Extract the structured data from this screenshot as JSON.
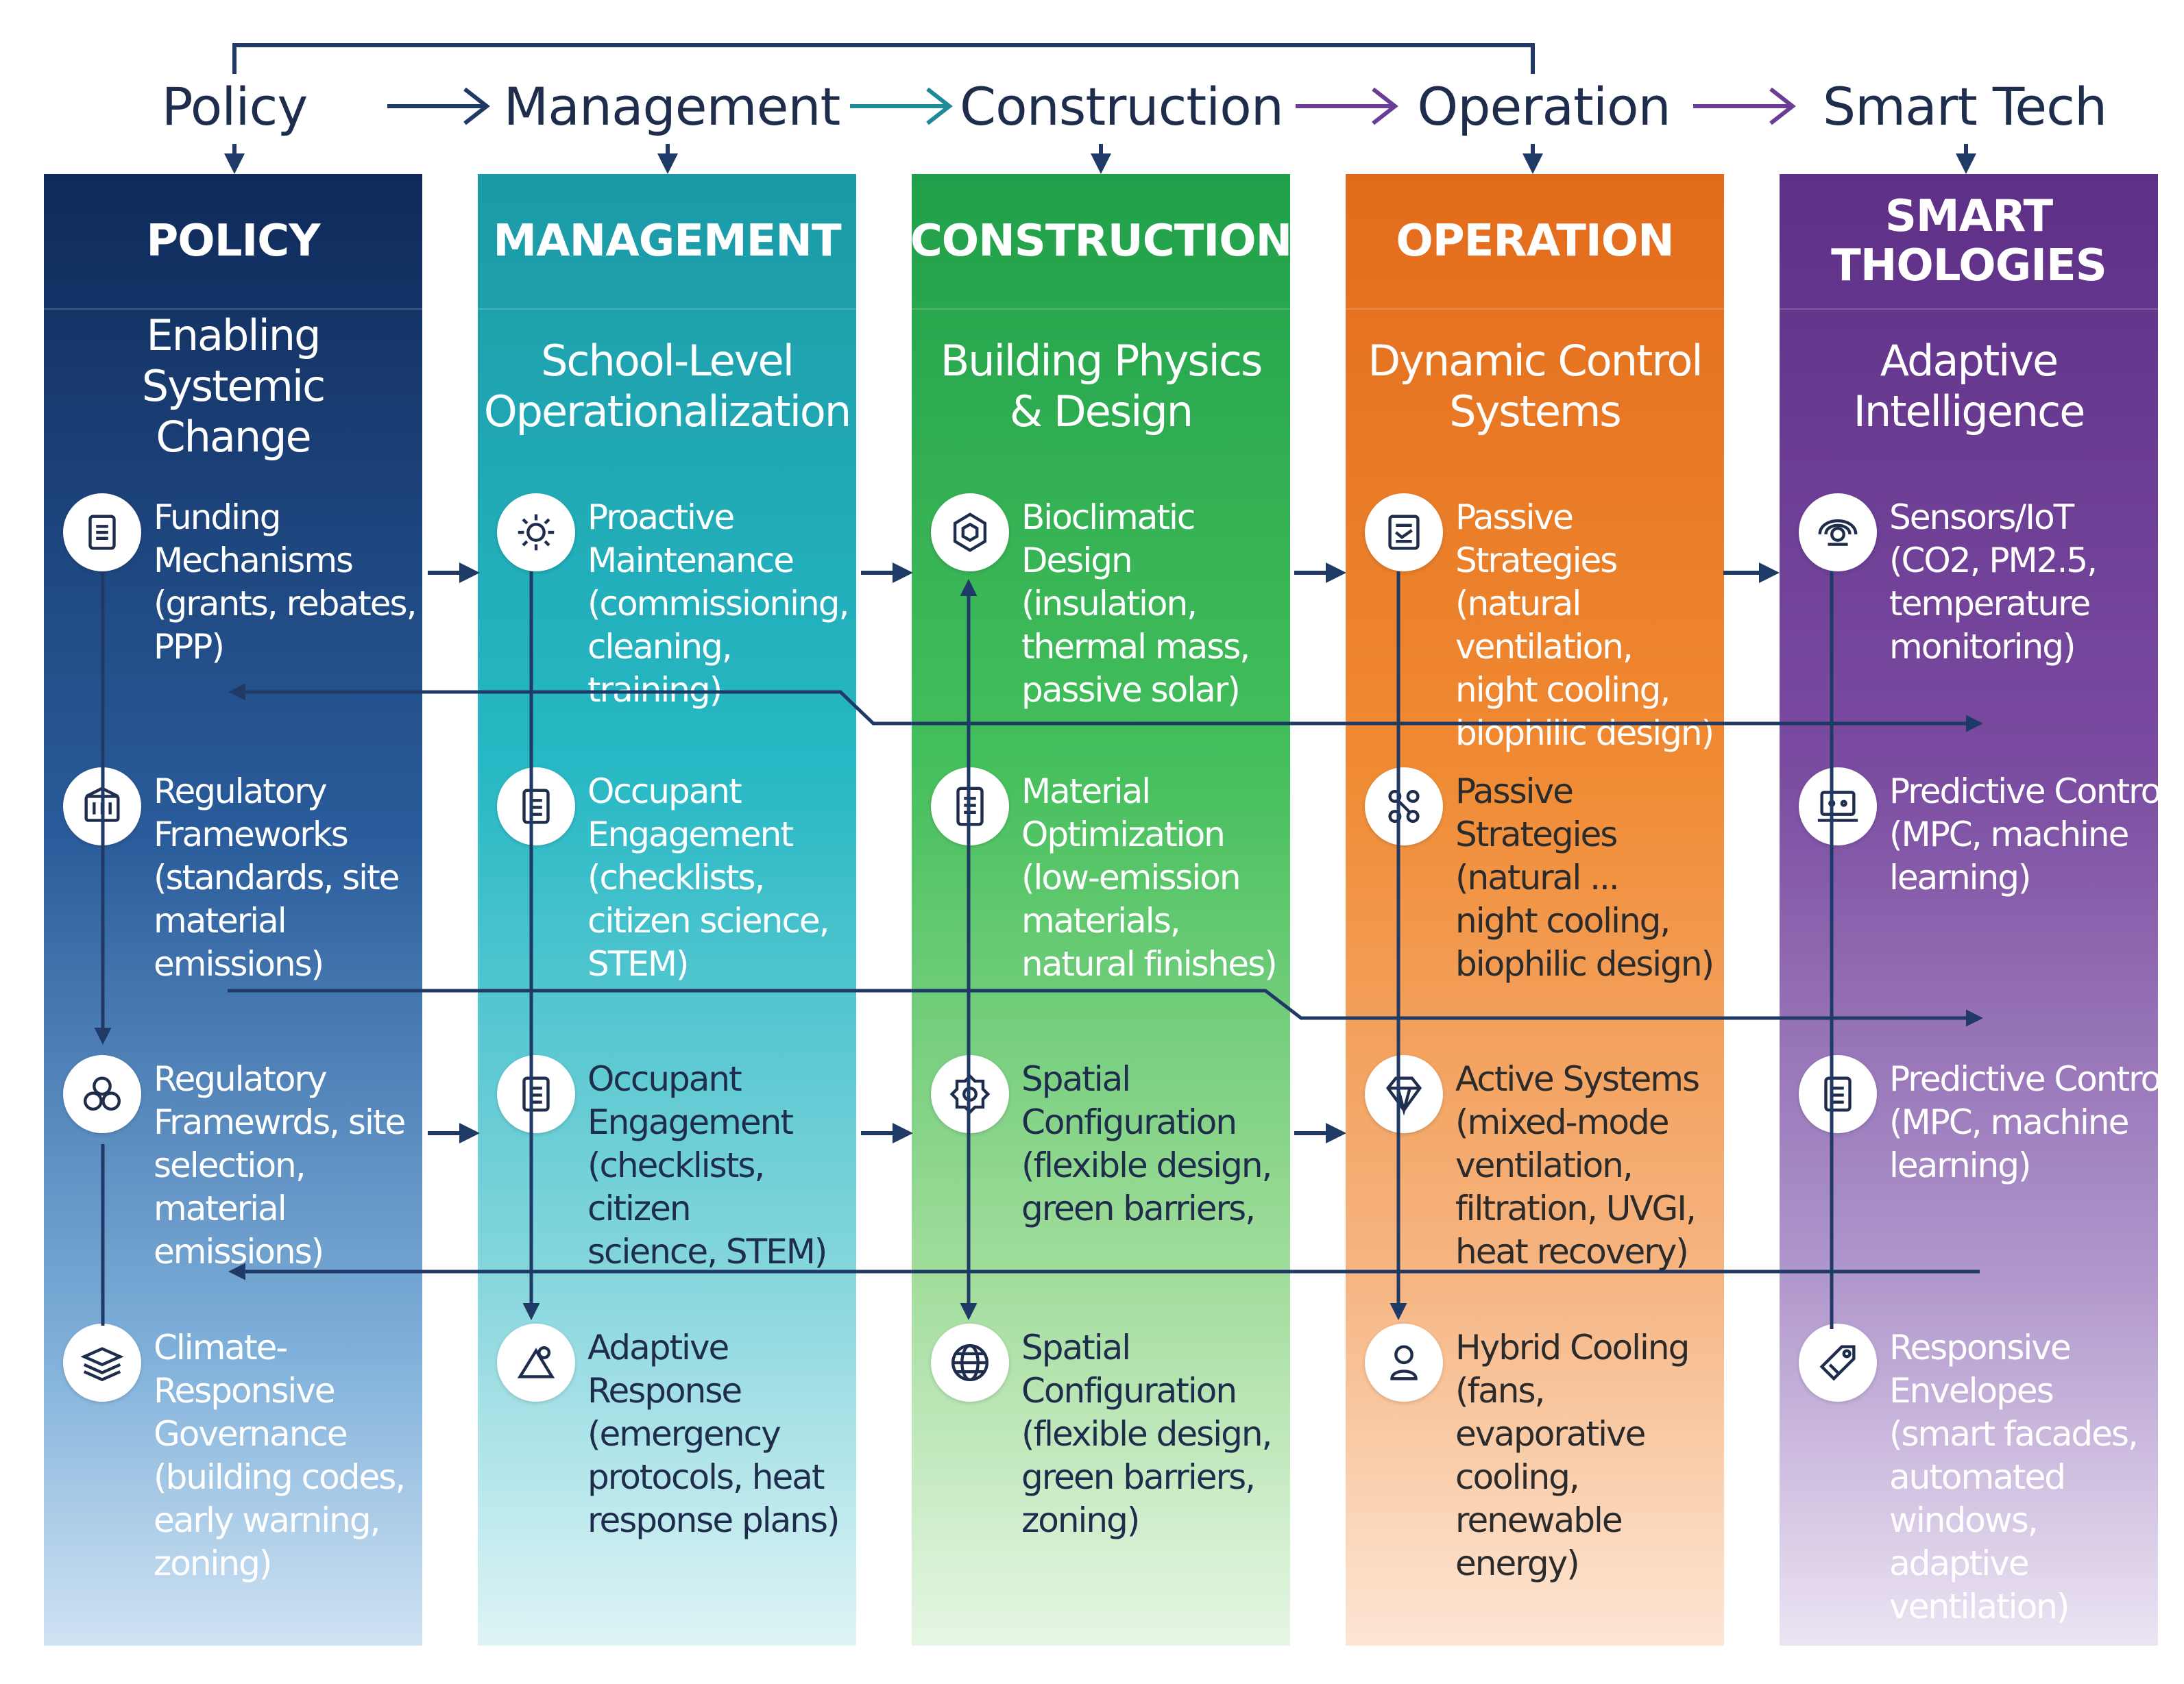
{
  "flow": [
    "Policy",
    "Management",
    "Construction",
    "Operation",
    "Smart Tech"
  ],
  "columns": [
    {
      "header": "POLICY",
      "subtitle": "Enabling Systemic\nChange",
      "items": [
        {
          "icon": "clipboard-icon",
          "text": "Funding Mechanisms\n(grants, rebates,\nPPP)"
        },
        {
          "icon": "building-icon",
          "text": "Regulatory\nFrameworks\n(standards, site\nmaterial emissions)"
        },
        {
          "icon": "circles-icon",
          "text": "Regulatory\nFramewrds, site\nselection, material\nemissions)"
        },
        {
          "icon": "layers-icon",
          "text": "Climate-Responsive\nGovernance\n(building codes,\nearly warning,\nzoning)"
        }
      ]
    },
    {
      "header": "MANAGEMENT",
      "subtitle": "School-Level\nOperationalization",
      "items": [
        {
          "icon": "gear-icon",
          "text": "Proactive Maintenance\n(commissioning,\ncleaning, training)"
        },
        {
          "icon": "checklist-icon",
          "text": "Occupant Engagement\n(checklists,\ncitizen science,\nSTEM)"
        },
        {
          "icon": "checklist-icon",
          "text": "Occupant Engagement\n(checklists, citizen\nscience, STEM)"
        },
        {
          "icon": "warning-icon",
          "text": "Adaptive Response\n(emergency\nprotocols, heat\nresponse plans)"
        }
      ]
    },
    {
      "header": "CONSTRUCTION",
      "subtitle": "Building Physics\n& Design",
      "items": [
        {
          "icon": "hexagon-icon",
          "text": "Bioclimatic Design\n(insulation,\nthermal mass,\npassive solar)"
        },
        {
          "icon": "document-icon",
          "text": "Material Optimization\n(low-emission\nmaterials,\nnatural finishes)"
        },
        {
          "icon": "cog-icon",
          "text": "Spatial Configuration\n(flexible design,\ngreen barriers,"
        },
        {
          "icon": "globe-icon",
          "text": "Spatial Configuration\n(flexible design,\ngreen barriers,\nzoning)"
        }
      ]
    },
    {
      "header": "OPERATION",
      "subtitle": "Dynamic Control\nSystems",
      "items": [
        {
          "icon": "list-icon",
          "text": "Passive Strategies\n(natural ventilation,\nnight cooling,\nbiophilic design)"
        },
        {
          "icon": "network-icon",
          "text": "Passive Strategies\n(natural ...\nnight cooling,\nbiophilic design)"
        },
        {
          "icon": "diamond-icon",
          "text": "Active Systems\n(mixed-mode ventilation,\n filtration, UVGI,\nheat recovery)"
        },
        {
          "icon": "person-icon",
          "text": "Hybrid Cooling\n(fans, evaporative\ncooling,\nrenewable energy)"
        }
      ]
    },
    {
      "header": "SMART\nTHOLOGIES",
      "subtitle": "Adaptive\nIntelligence",
      "items": [
        {
          "icon": "sensor-icon",
          "text": "Sensors/IoT\n(CO2, PM2.5,\ntemperature\nmonitoring)"
        },
        {
          "icon": "monitor-icon",
          "text": "Predictive Control\n(MPC, machine\nlearning)"
        },
        {
          "icon": "clipboard-icon",
          "text": "Predictive Control\n(MPC, machine\nlearning)"
        },
        {
          "icon": "tag-icon",
          "text": "Responsive Envelopes\n(smart facades,\nautomated windows,\nadaptive ventilation)"
        }
      ]
    }
  ],
  "colors": {
    "policy": "#0f2a5a",
    "management": "#1b9aa6",
    "construction": "#20a04a",
    "operation": "#e26b1b",
    "smart": "#5d2f86",
    "arrow": "#1f3a66"
  }
}
